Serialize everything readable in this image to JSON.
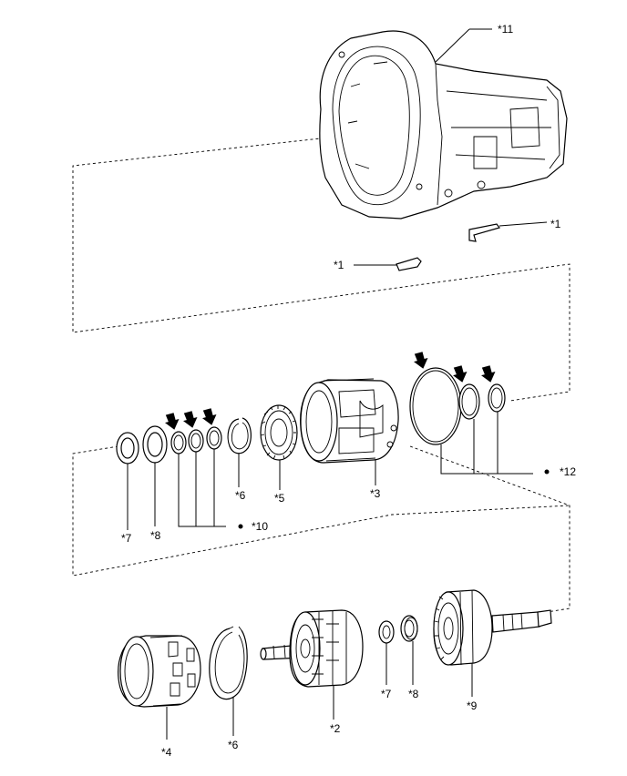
{
  "callouts": {
    "c11": "*11",
    "c1a": "*1",
    "c1b": "*1",
    "c12": "*12",
    "c10": "*10",
    "c7a": "*7",
    "c8a": "*8",
    "c6a": "*6",
    "c5": "*5",
    "c3": "*3",
    "c4": "*4",
    "c6b": "*6",
    "c2": "*2",
    "c7b": "*7",
    "c8b": "*8",
    "c9": "*9"
  },
  "icons": {
    "replace_arrow": "down-arrow-icon",
    "non_reusable_dot": "bullet-dot-icon"
  }
}
